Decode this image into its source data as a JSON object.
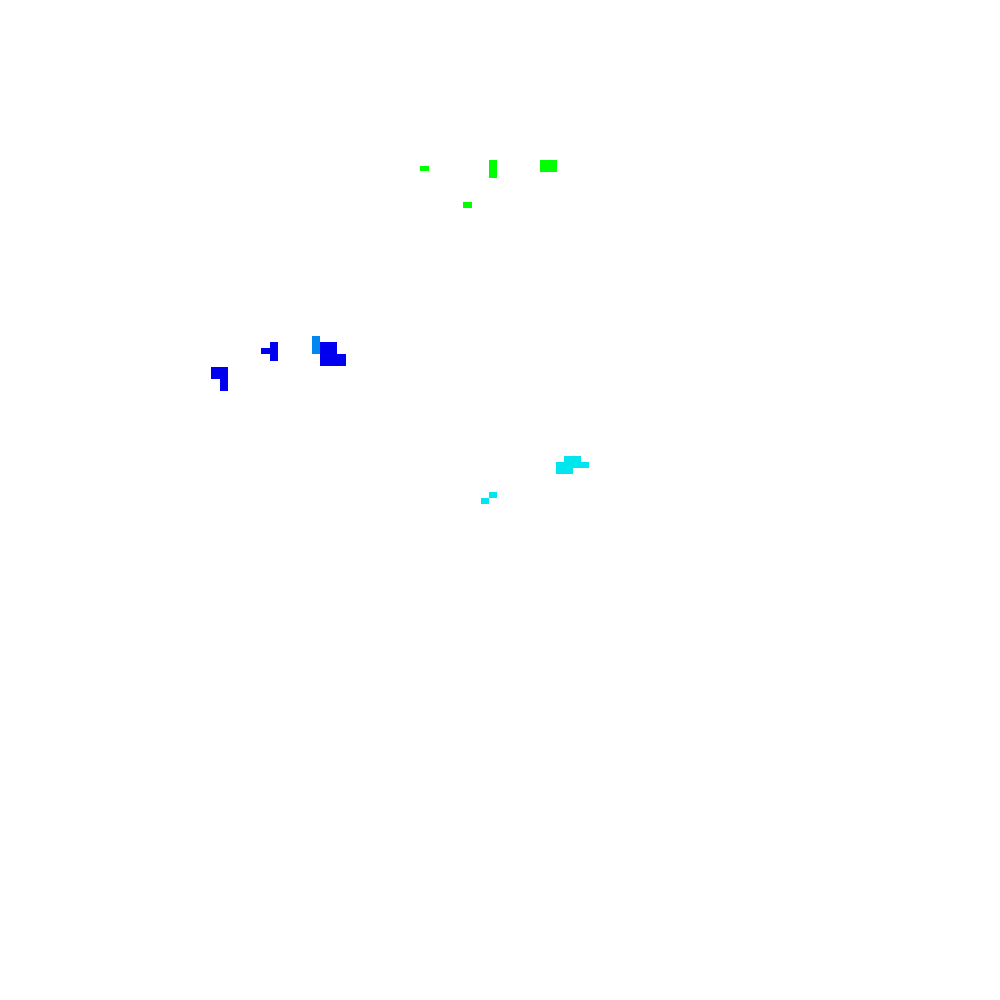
{
  "colors": {
    "background": "#ffffff",
    "green": "#00ff00",
    "blue": "#0000ee",
    "light_blue": "#0088ee",
    "cyan": "#00e5ee"
  },
  "clusters": [
    {
      "id": "green-cluster",
      "color_key": "green",
      "blob_count": 4
    },
    {
      "id": "blue-cluster",
      "color_key": "blue",
      "blob_count": 4
    },
    {
      "id": "cyan-cluster",
      "color_key": "cyan",
      "blob_count": 2
    }
  ]
}
